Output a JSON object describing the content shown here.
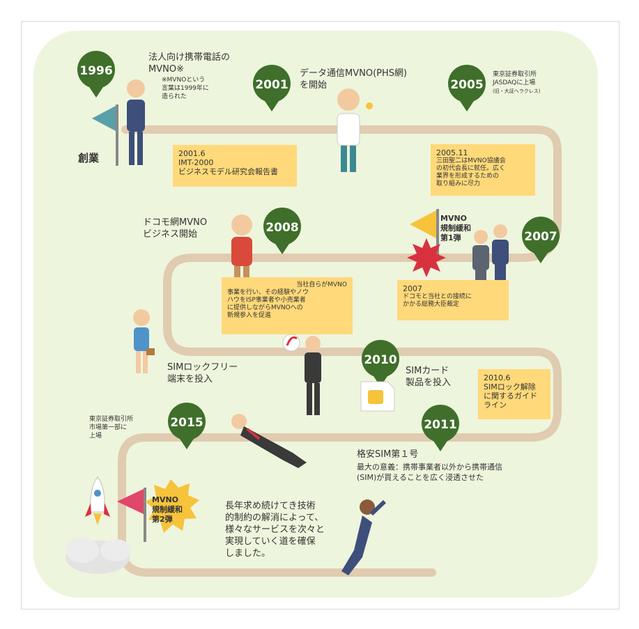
{
  "milestones": {
    "y1996": {
      "year": "1996",
      "title_l1": "法人向け携帯電話の",
      "title_l2": "MVNO※",
      "note_l1": "※MVNOという",
      "note_l2": "言葉は1999年に",
      "note_l3": "造られた",
      "founding": "創業"
    },
    "y2001": {
      "year": "2001",
      "title_l1": "データ通信MVNO(PHS網)",
      "title_l2": "を開始"
    },
    "note2001_6": {
      "date": "2001.6",
      "l1": "IMT-2000",
      "l2": "ビジネスモデル研究会報告書"
    },
    "y2005": {
      "year": "2005",
      "l1": "東京証券取引所",
      "l2": "JASDAQに上場",
      "l3": "(旧・大証ヘラクレス)"
    },
    "note2005_11": {
      "date": "2005.11",
      "l1": "三田聖二はMVNO協議会",
      "l2": "の初代会長に就任。広く",
      "l3": "業界を形成するための",
      "l4": "取り組みに尽力"
    },
    "mvno1": {
      "l1": "MVNO",
      "l2": "規制緩和",
      "l3": "第1弾"
    },
    "y2007": {
      "year": "2007"
    },
    "note2007": {
      "date": "2007",
      "l1": "ドコモと当社との接続に",
      "l2": "かかる総務大臣裁定"
    },
    "y2008": {
      "year": "2008",
      "title_l1": "ドコモ網MVNO",
      "title_l2": "ビジネス開始"
    },
    "note2008": {
      "l1": "当社自らがMVNO",
      "l2": "事業を行い、その経験やノウ",
      "l3": "ハウをISP事業者や小売業者",
      "l4": "に提供しながらMVNOへの",
      "l5": "新規参入を促進"
    },
    "simlockfree": {
      "l1": "SIMロックフリー",
      "l2": "端末を投入"
    },
    "y2010": {
      "year": "2010",
      "l1": "SIMカード",
      "l2": "製品を投入"
    },
    "note2010_6": {
      "date": "2010.6",
      "l1": "SIMロック解除",
      "l2": "に関するガイド",
      "l3": "ライン"
    },
    "y2015": {
      "year": "2015",
      "l1": "東京証券取引所",
      "l2": "市場第一部に",
      "l3": "上場"
    },
    "y2011": {
      "year": "2011",
      "title": "格安SIM第１号",
      "l1": "最大の意義：携帯事業者以外から携帯通信",
      "l2": "(SIM)が買えることを広く浸透させた"
    },
    "mvno2": {
      "l1": "MVNO",
      "l2": "規制緩和",
      "l3": "第2弾"
    },
    "closing": {
      "l1": "長年求め続けてき技術",
      "l2": "的制約の解消によって、",
      "l3": "様々なサービスを次々と",
      "l4": "実現していく道を確保",
      "l5": "しました。"
    }
  },
  "colors": {
    "panel": "#eef5dd",
    "road": "#e0ccb0",
    "pin": "#3f6f2a",
    "note": "#ffd97a",
    "flag_teal": "#5aa0a8",
    "flag_yellow": "#f6c33b",
    "flag_pink": "#e0476a",
    "burst_red": "#d8323f",
    "burst_yellow": "#f6c33b"
  }
}
